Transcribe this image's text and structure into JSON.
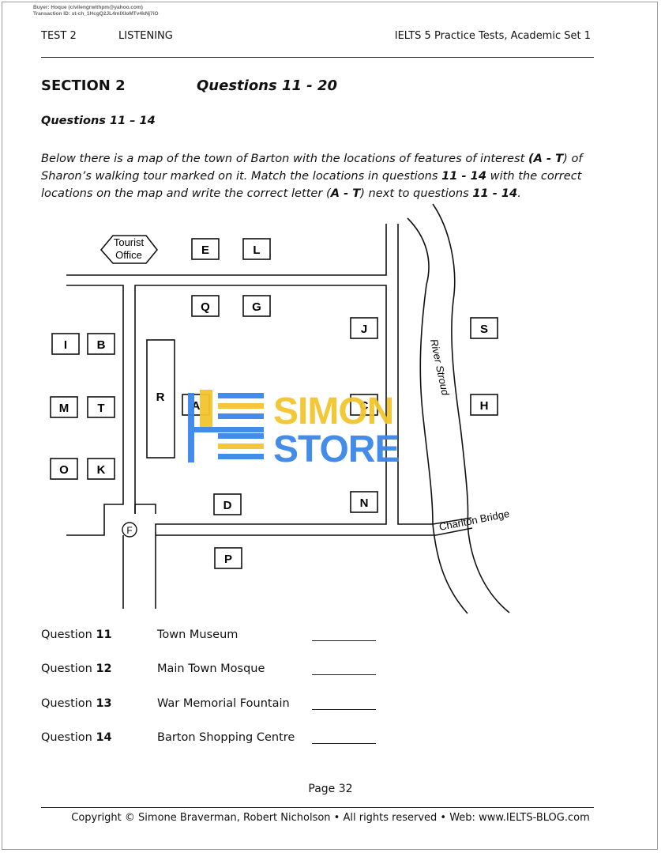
{
  "buyer_line1": "Buyer:  Hoque (civilengrwithpm@yahoo.com)",
  "buyer_line2": "Transaction ID: st-ch_1HcgQ2JL4mIXIoMTv4kNj7iO",
  "header": {
    "test": "TEST 2",
    "section_name": "LISTENING",
    "book": "IELTS 5 Practice Tests, Academic Set 1"
  },
  "section": {
    "title": "SECTION 2",
    "questions": "Questions 11 - 20"
  },
  "subheading": "Questions 11 – 14",
  "instruction": {
    "p1": "Below there is a map of the town of Barton with the locations of features of interest ",
    "b1": "(A - T",
    "p2": ") of Sharon’s walking tour marked on it. Match the locations in questions ",
    "b2": "11 - 14",
    "p3": " with the correct locations on the map and write the correct letter (",
    "b3": "A - T",
    "p4": ") next to questions ",
    "b4": "11 - 14",
    "p5": "."
  },
  "map": {
    "tourist_office_line1": "Tourist",
    "tourist_office_line2": "Office",
    "river_label": "River Stroud",
    "bridge_label": "Charlton Bridge",
    "boxes": [
      "E",
      "L",
      "Q",
      "G",
      "J",
      "S",
      "I",
      "B",
      "R",
      "A",
      "C",
      "H",
      "M",
      "T",
      "O",
      "K",
      "D",
      "N",
      "P"
    ],
    "circle_label": "F"
  },
  "watermark": {
    "line1": "SIMON",
    "line2": "STORE",
    "blue": "#3a86e8",
    "yellow": "#f2c62f"
  },
  "questions": [
    {
      "label": "Question",
      "number": "11",
      "text": "Town Museum"
    },
    {
      "label": "Question",
      "number": "12",
      "text": "Main Town Mosque"
    },
    {
      "label": "Question",
      "number": "13",
      "text": "War Memorial Fountain"
    },
    {
      "label": "Question",
      "number": "14",
      "text": "Barton Shopping Centre"
    }
  ],
  "page": "Page 32",
  "copyright": "Copyright © Simone Braverman, Robert Nicholson  •  All rights reserved  •  Web: www.IELTS-BLOG.com"
}
